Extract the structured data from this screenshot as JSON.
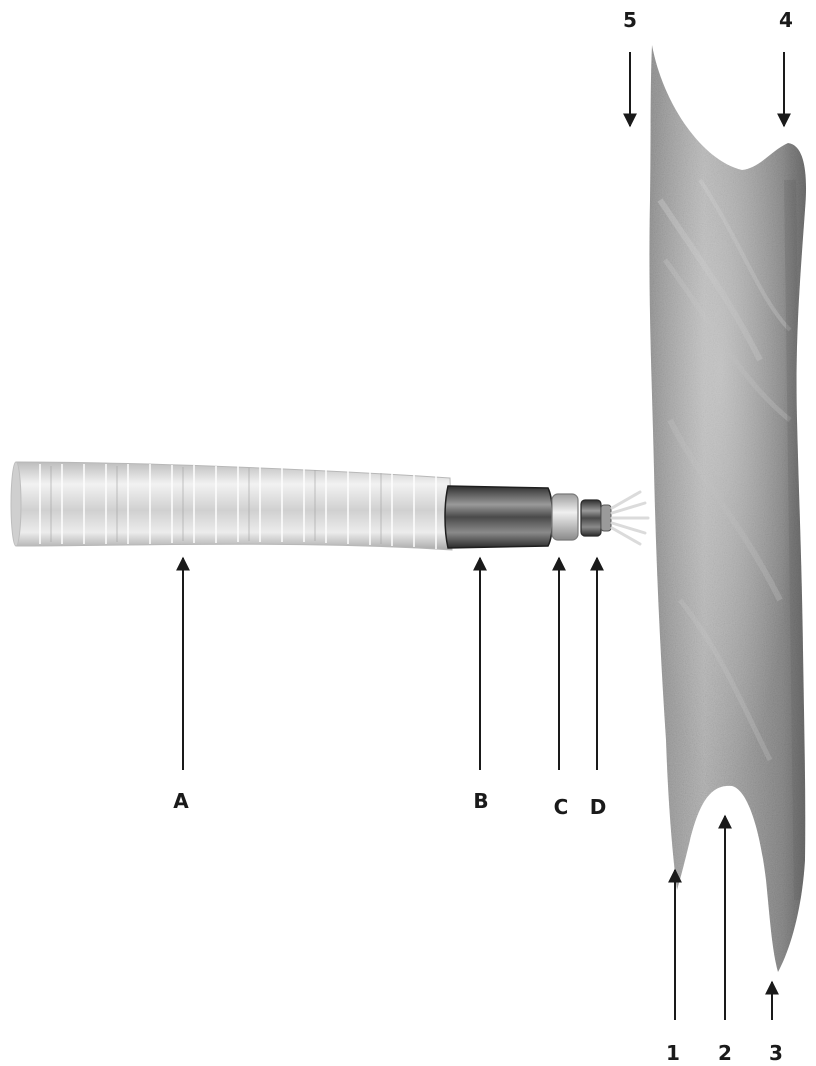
{
  "labels": {
    "A": "A",
    "B": "B",
    "C": "C",
    "D": "D",
    "n1": "1",
    "n2": "2",
    "n3": "3",
    "n4": "4",
    "n5": "5"
  },
  "colors": {
    "arrow": "#1a1a1a",
    "tissue": "#8a8a8a",
    "tube": "#d9d9d9",
    "metal": "#5e5e5e"
  }
}
